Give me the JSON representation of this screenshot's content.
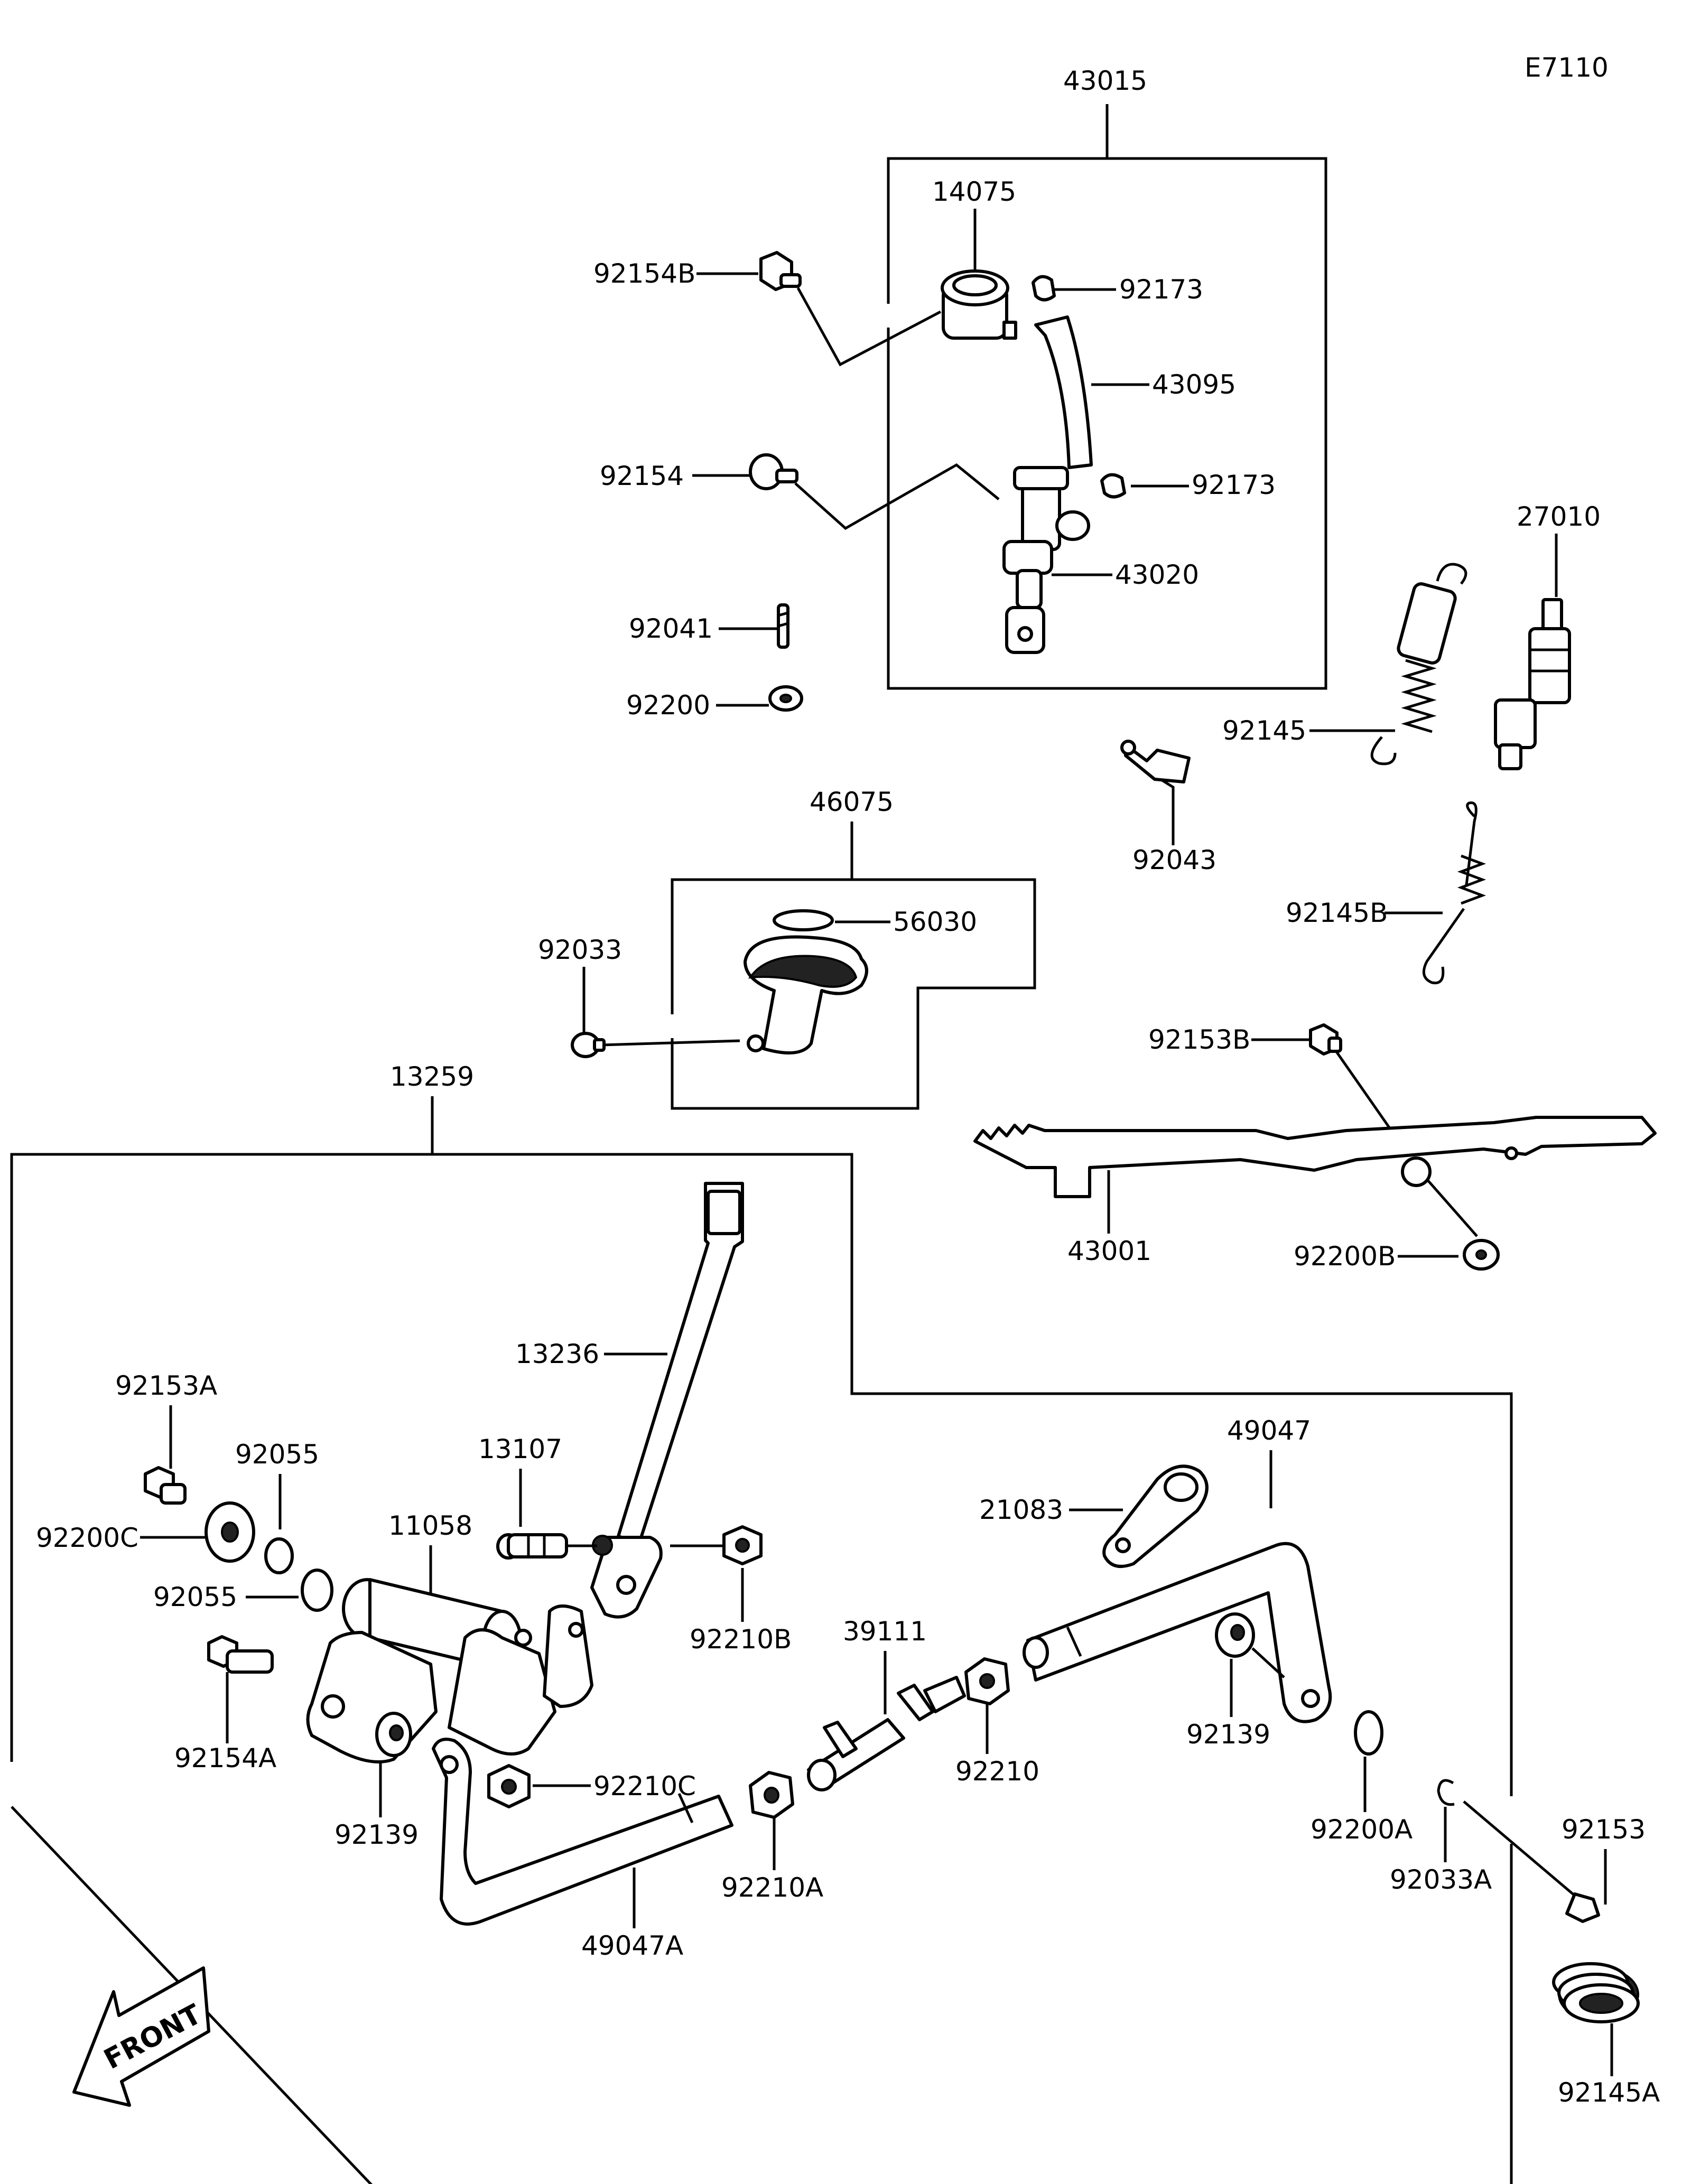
{
  "diagram_code": "E7110",
  "labels": {
    "p43015": "43015",
    "p14075": "14075",
    "p92154B": "92154B",
    "p92173a": "92173",
    "p43095": "43095",
    "p92154": "92154",
    "p92173b": "92173",
    "p43020": "43020",
    "p92041": "92041",
    "p92200": "92200",
    "p27010": "27010",
    "p92145": "92145",
    "p92043": "92043",
    "p92145B": "92145B",
    "p46075": "46075",
    "p56030": "56030",
    "p92033": "92033",
    "p92153B": "92153B",
    "p43001": "43001",
    "p92200B": "92200B",
    "p13259": "13259",
    "p13236": "13236",
    "p92153A": "92153A",
    "p92055a": "92055",
    "p92200C": "92200C",
    "p13107": "13107",
    "p11058": "11058",
    "p92055b": "92055",
    "p92210B": "92210B",
    "p49047": "49047",
    "p21083": "21083",
    "p39111": "39111",
    "p92154A": "92154A",
    "p92139a": "92139",
    "p92210C": "92210C",
    "p92210": "92210",
    "p92139b": "92139",
    "p92200A": "92200A",
    "p92153": "92153",
    "p92033A": "92033A",
    "p92210A": "92210A",
    "p49047A": "49047A",
    "p92145A": "92145A"
  },
  "front_arrow_text": "FRONT",
  "icons": [
    "front-arrow-icon"
  ]
}
